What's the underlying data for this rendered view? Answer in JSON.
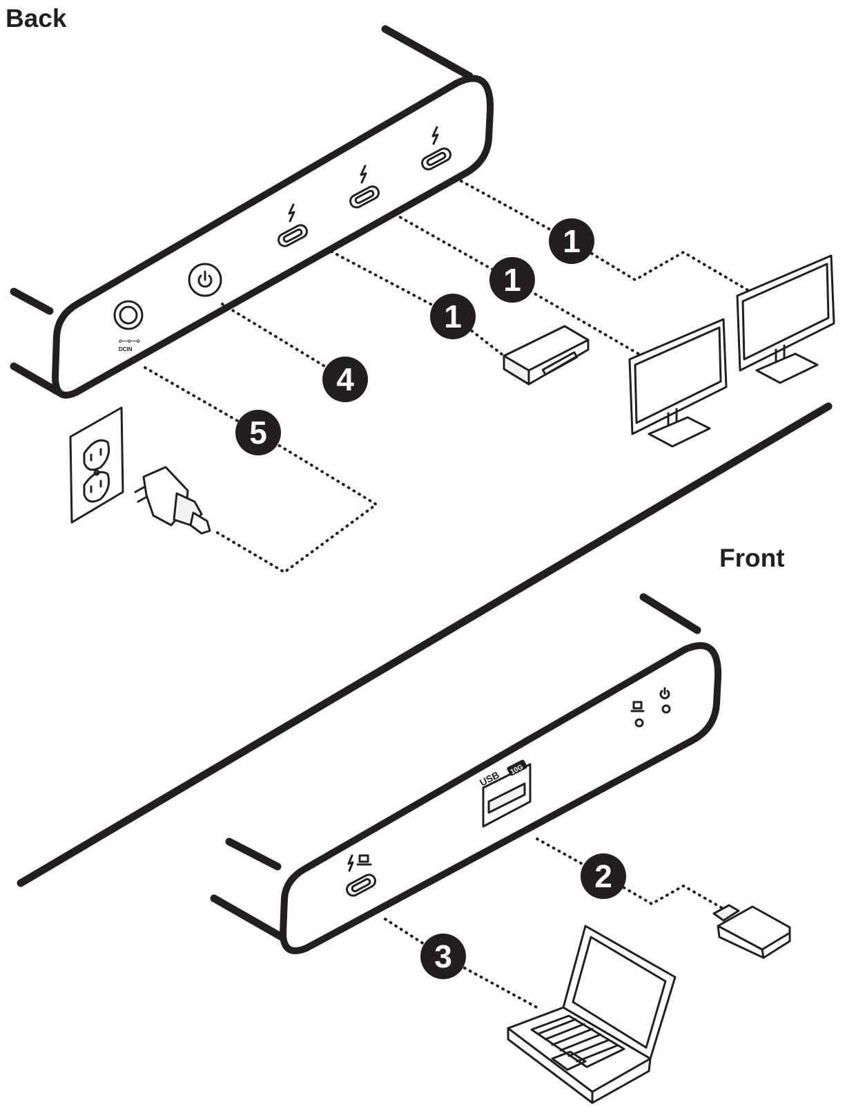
{
  "labels": {
    "back": "Back",
    "front": "Front"
  },
  "front_panel": {
    "usb_label": "USB",
    "usb_speed": "10G"
  },
  "callouts": {
    "thunderbolt_downstream": "1",
    "usb_a_device": "2",
    "host_laptop": "3",
    "power_button": "4",
    "power_supply": "5"
  },
  "colors": {
    "ink": "#231f20",
    "background": "#ffffff"
  }
}
